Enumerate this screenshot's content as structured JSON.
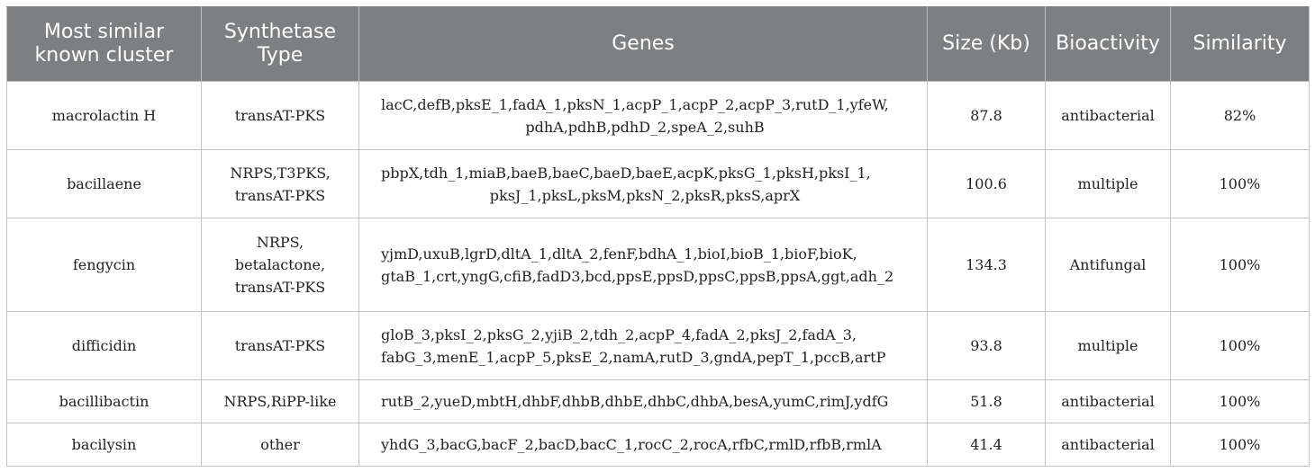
{
  "table": {
    "headers": {
      "cluster": [
        "Most similar",
        "known cluster"
      ],
      "synthetase": [
        "Synthetase",
        "Type"
      ],
      "genes": "Genes",
      "size": "Size (Kb)",
      "bioactivity": "Bioactivity",
      "similarity": "Similarity"
    },
    "rows": [
      {
        "cluster": "macrolactin H",
        "synthetase": [
          "transAT-PKS"
        ],
        "genes": [
          "lacC,defB,pksE_1,fadA_1,pksN_1,acpP_1,acpP_2,acpP_3,rutD_1,yfeW,",
          "pdhA,pdhB,pdhD_2,speA_2,suhB"
        ],
        "size": "87.8",
        "bioactivity": "antibacterial",
        "similarity": "82%"
      },
      {
        "cluster": "bacillaene",
        "synthetase": [
          "NRPS,T3PKS,",
          "transAT-PKS"
        ],
        "genes": [
          "pbpX,tdh_1,miaB,baeB,baeC,baeD,baeE,acpK,pksG_1,pksH,pksI_1,",
          "pksJ_1,pksL,pksM,pksN_2,pksR,pksS,aprX"
        ],
        "size": "100.6",
        "bioactivity": "multiple",
        "similarity": "100%"
      },
      {
        "cluster": "fengycin",
        "synthetase": [
          "NRPS,",
          "betalactone,",
          "transAT-PKS"
        ],
        "genes": [
          "yjmD,uxuB,lgrD,dltA_1,dltA_2,fenF,bdhA_1,bioI,bioB_1,bioF,bioK,",
          "gtaB_1,crt,yngG,cfiB,fadD3,bcd,ppsE,ppsD,ppsC,ppsB,ppsA,ggt,adh_2"
        ],
        "size": "134.3",
        "bioactivity": "Antifungal",
        "similarity": "100%"
      },
      {
        "cluster": "difficidin",
        "synthetase": [
          "transAT-PKS"
        ],
        "genes": [
          "gloB_3,pksI_2,pksG_2,yjiB_2,tdh_2,acpP_4,fadA_2,pksJ_2,fadA_3,",
          "fabG_3,menE_1,acpP_5,pksE_2,namA,rutD_3,gndA,pepT_1,pccB,artP"
        ],
        "size": "93.8",
        "bioactivity": "multiple",
        "similarity": "100%"
      },
      {
        "cluster": "bacillibactin",
        "synthetase": [
          "NRPS,RiPP-like"
        ],
        "genes": [
          "rutB_2,yueD,mbtH,dhbF,dhbB,dhbE,dhbC,dhbA,besA,yumC,rimJ,ydfG"
        ],
        "size": "51.8",
        "bioactivity": "antibacterial",
        "similarity": "100%"
      },
      {
        "cluster": "bacilysin",
        "synthetase": [
          "other"
        ],
        "genes": [
          "yhdG_3,bacG,bacF_2,bacD,bacC_1,rocC_2,rocA,rfbC,rmlD,rfbB,rmlA"
        ],
        "size": "41.4",
        "bioactivity": "antibacterial",
        "similarity": "100%"
      }
    ]
  }
}
